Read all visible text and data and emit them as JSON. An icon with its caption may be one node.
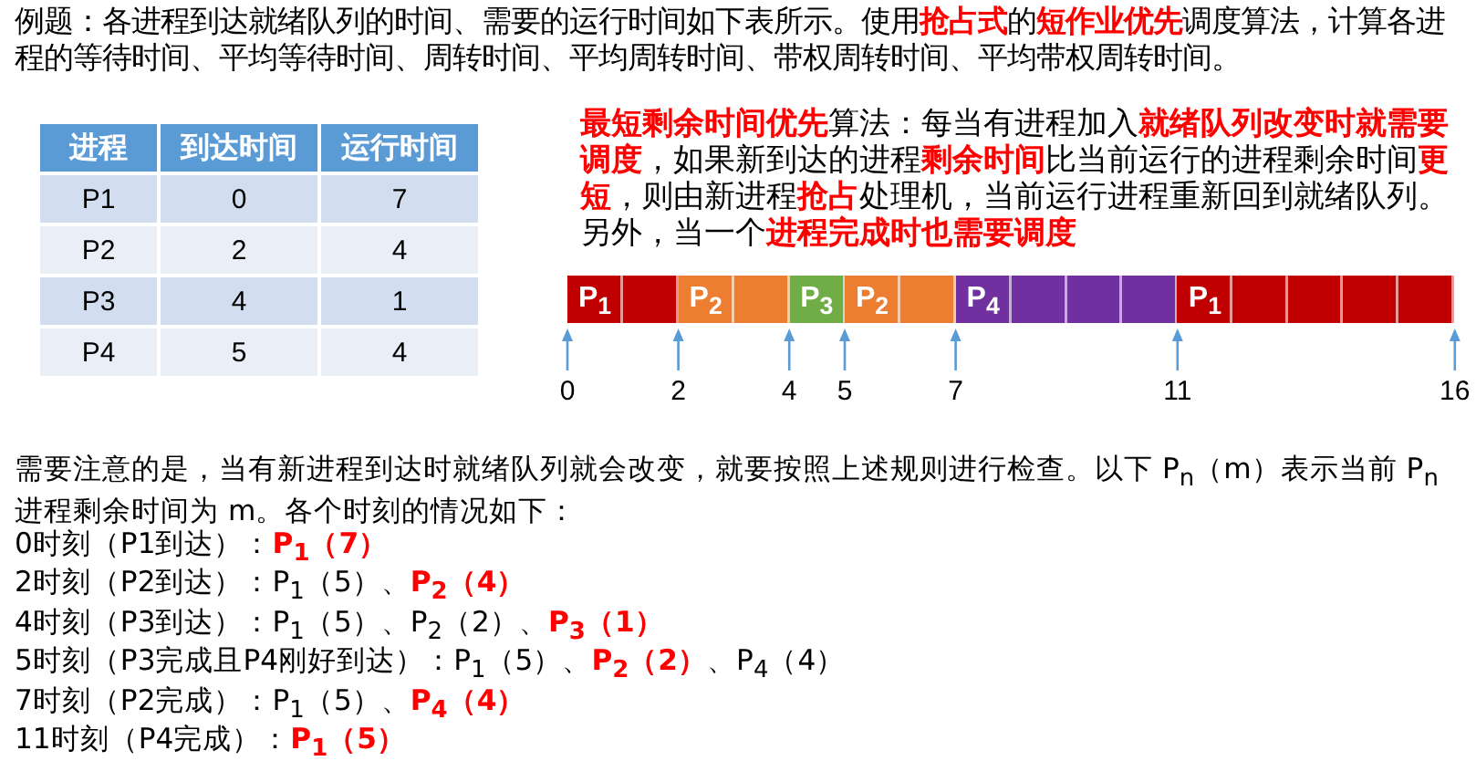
{
  "diagram": {
    "nodes": [
      {
        "text": [
          "P$_{1}$"
        ]
      },
      {
        "text": [
          "P$_{2}$"
        ]
      },
      {
        "text": [
          "P$_{3}$"
        ]
      },
      {
        "text": [
          "P$_{2}$"
        ]
      },
      {
        "text": [
          "P$_{4}$"
        ]
      },
      {
        "text": [
          "P$_{1}$"
        ]
      }
    ],
    "edges": [],
    "labels": [
      "例题：各进程到达就绪队列的时间、需要的运行时间如下表所示。使用**抢占式**的**短作业优先**调度算法，计算各进程的等待时间、平均等待时间、周转时间、平均周转时间、带权周转时间、平均带权周转时间。",
      "进程",
      "到达时间",
      "运行时间",
      "P1",
      "0",
      "7",
      "P2",
      "2",
      "4",
      "P3",
      "4",
      "1",
      "P4",
      "5",
      "4",
      "**最短剩余时间优先**算法：每当有进程加入**就绪队列改变时就需要调度**，如果新到达的进程**剩余时间**比当前运行的进程剩余时间**更短**，则由新进程**抢占**处理机，当前运行进程重新回到就绪队列。另外，当一个**进程完成时也需要调度**",
      "0",
      "2",
      "4",
      "5",
      "7",
      "11",
      "16",
      "需要注意的是，当有新进程到达时就绪队列就会改变，就要按照上述规则进行检查。以下 P$_{n}$（m）表示当前 P$_{n}$ 进程剩余时间为 m。各个时刻的情况如下：",
      "0时刻（P1到达）：**P$_{1}$（7）**",
      "2时刻（P2到达）：P$_{1}$（5）、**P$_{2}$（4）**",
      "4时刻（P3到达）：P$_{1}$（5）、P$_{2}$（2）、**P$_{3}$（1）**",
      "5时刻（P3完成且P4刚好到达）：P$_{1}$（5）、**P$_{2}$（2）**、P$_{4}$（4）",
      "7时刻（P2完成）：P$_{1}$（5）、**P$_{4}$（4）**",
      "11时刻（P4完成）：**P$_{1}$（5）**"
    ]
  }
}
